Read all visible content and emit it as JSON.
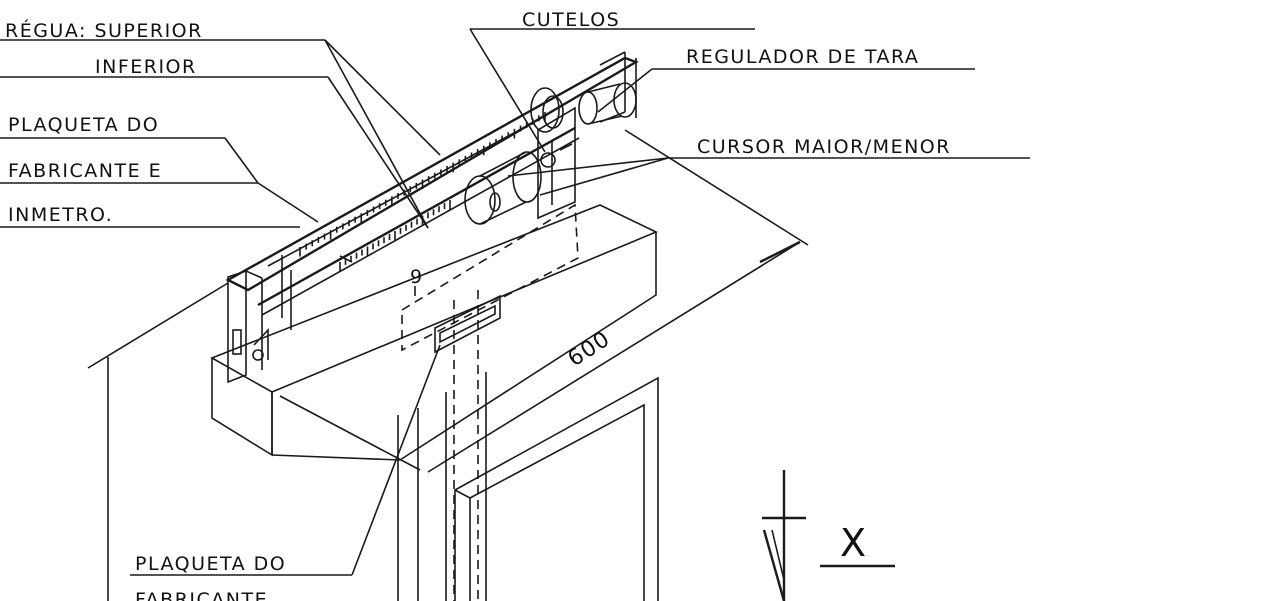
{
  "labels": {
    "regua_superior": "RÉGUA: SUPERIOR",
    "regua_inferior": "INFERIOR",
    "cutelos": "CUTELOS",
    "regulador": "REGULADOR DE TARA",
    "plaqueta_1": "PLAQUETA DO",
    "plaqueta_2": "FABRICANTE E",
    "plaqueta_3": "INMETRO.",
    "cursor": "CURSOR MAIOR/MENOR",
    "plaqueta_bottom_1": "PLAQUETA DO",
    "plaqueta_bottom_2": "FABRICANTE",
    "dimension": "600",
    "scale_mark": "9",
    "view_label": "X"
  }
}
